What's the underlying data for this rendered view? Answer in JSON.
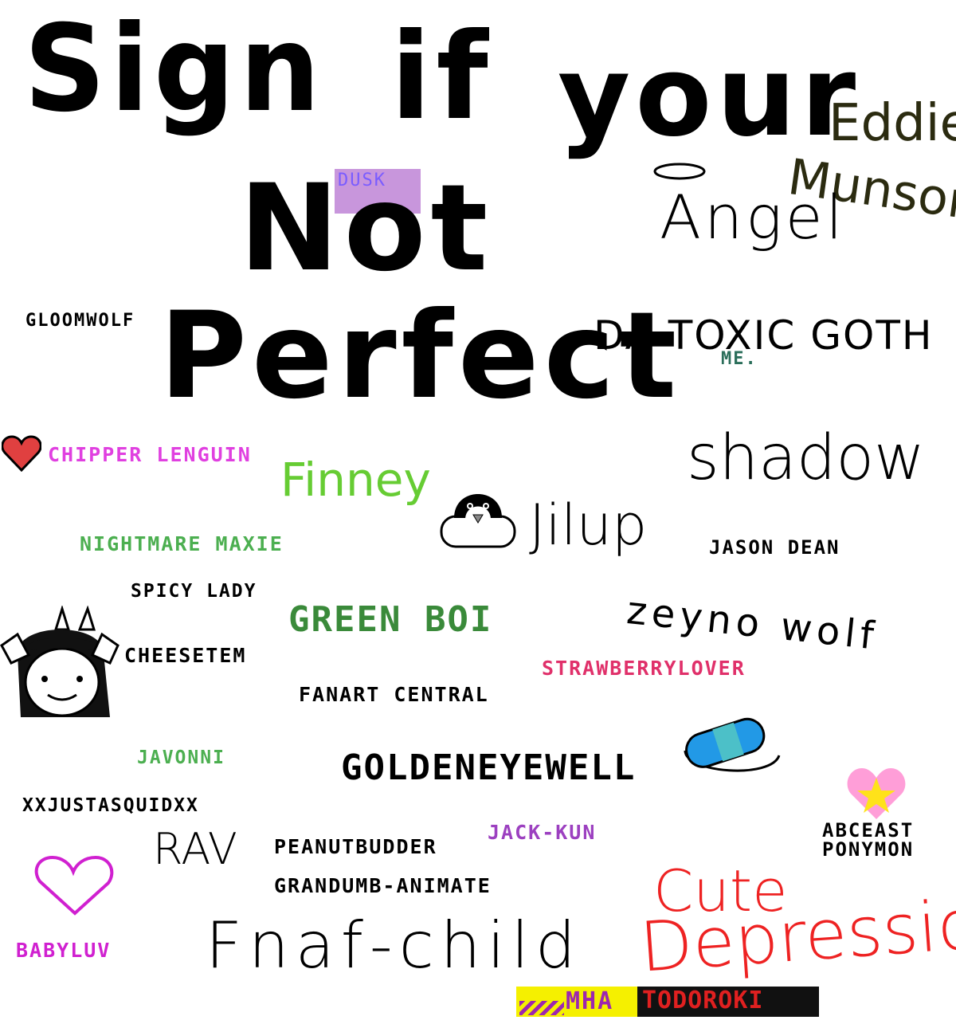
{
  "title": {
    "line1_word1": "Sign",
    "line1_word2": "if",
    "line1_word3": "your",
    "line2": "Not",
    "line3": "Perfect"
  },
  "signatures": {
    "dusk": "DUSK",
    "eddie": "Eddie",
    "munson": "Munson",
    "angel": "Angel",
    "gloomwolf": "GLOOMWOLF",
    "da_toxic_goth": "DA TOXIC GOTH",
    "me": "ME.",
    "chipper": "CHIPPER LENGUIN",
    "finney": "Finney",
    "shadow": "shadow",
    "jilup": "Jilup",
    "nightmare": "NIGHTMARE MAXIE",
    "jason": "JASON DEAN",
    "spicy": "SPICY LADY",
    "greenboi": "GREEN BOI",
    "zeyno": "zeyno wolf",
    "cheesetem": "CHEESETEM",
    "strawberry": "STRAWBERRYLOVER",
    "fanart": "FANART CENTRAL",
    "javonni": "JAVONNI",
    "goldeneye": "GOLDENEYEWELL",
    "squid": "XXJUSTASQUIDXX",
    "rav": "RAV",
    "peanut": "PEANUTBUDDER",
    "jackkun": "JACK-KUN",
    "abceast": "ABCEAST",
    "ponymon": "PONYMON",
    "grandumb": "GRANDUMB-ANIMATE",
    "cute": "Cute",
    "depression": "Depression",
    "babyluv": "BABYLUV",
    "fnaf": "Fnaf-child",
    "mha": "MHA",
    "todoroki": "TODOROKI"
  },
  "colors": {
    "dusk_bg": "#c896dc",
    "dusk_text": "#7a5cff",
    "chipper": "#e040e0",
    "finney": "#66cc33",
    "nightmare": "#4caf50",
    "greenboi": "#3a8a3a",
    "strawberry": "#e0306a",
    "javonni": "#4caf50",
    "jackkun": "#9c40c0",
    "babyluv": "#d020d0",
    "cute": "#ee2222",
    "me": "#2a6e5a",
    "eddie": "#2b2b10",
    "mha_bg": "#f5f000",
    "mha_text": "#9c27b0",
    "todoroki_bg": "#111111",
    "todoroki_red": "#e02020"
  },
  "icons": {
    "heart_red": "heart-red-icon",
    "penguin": "penguin-icon",
    "temmie": "temmie-icon",
    "pill": "pill-icon",
    "halo": "halo-icon",
    "star_heart": "star-heart-icon",
    "outline_heart": "outline-heart-icon"
  }
}
